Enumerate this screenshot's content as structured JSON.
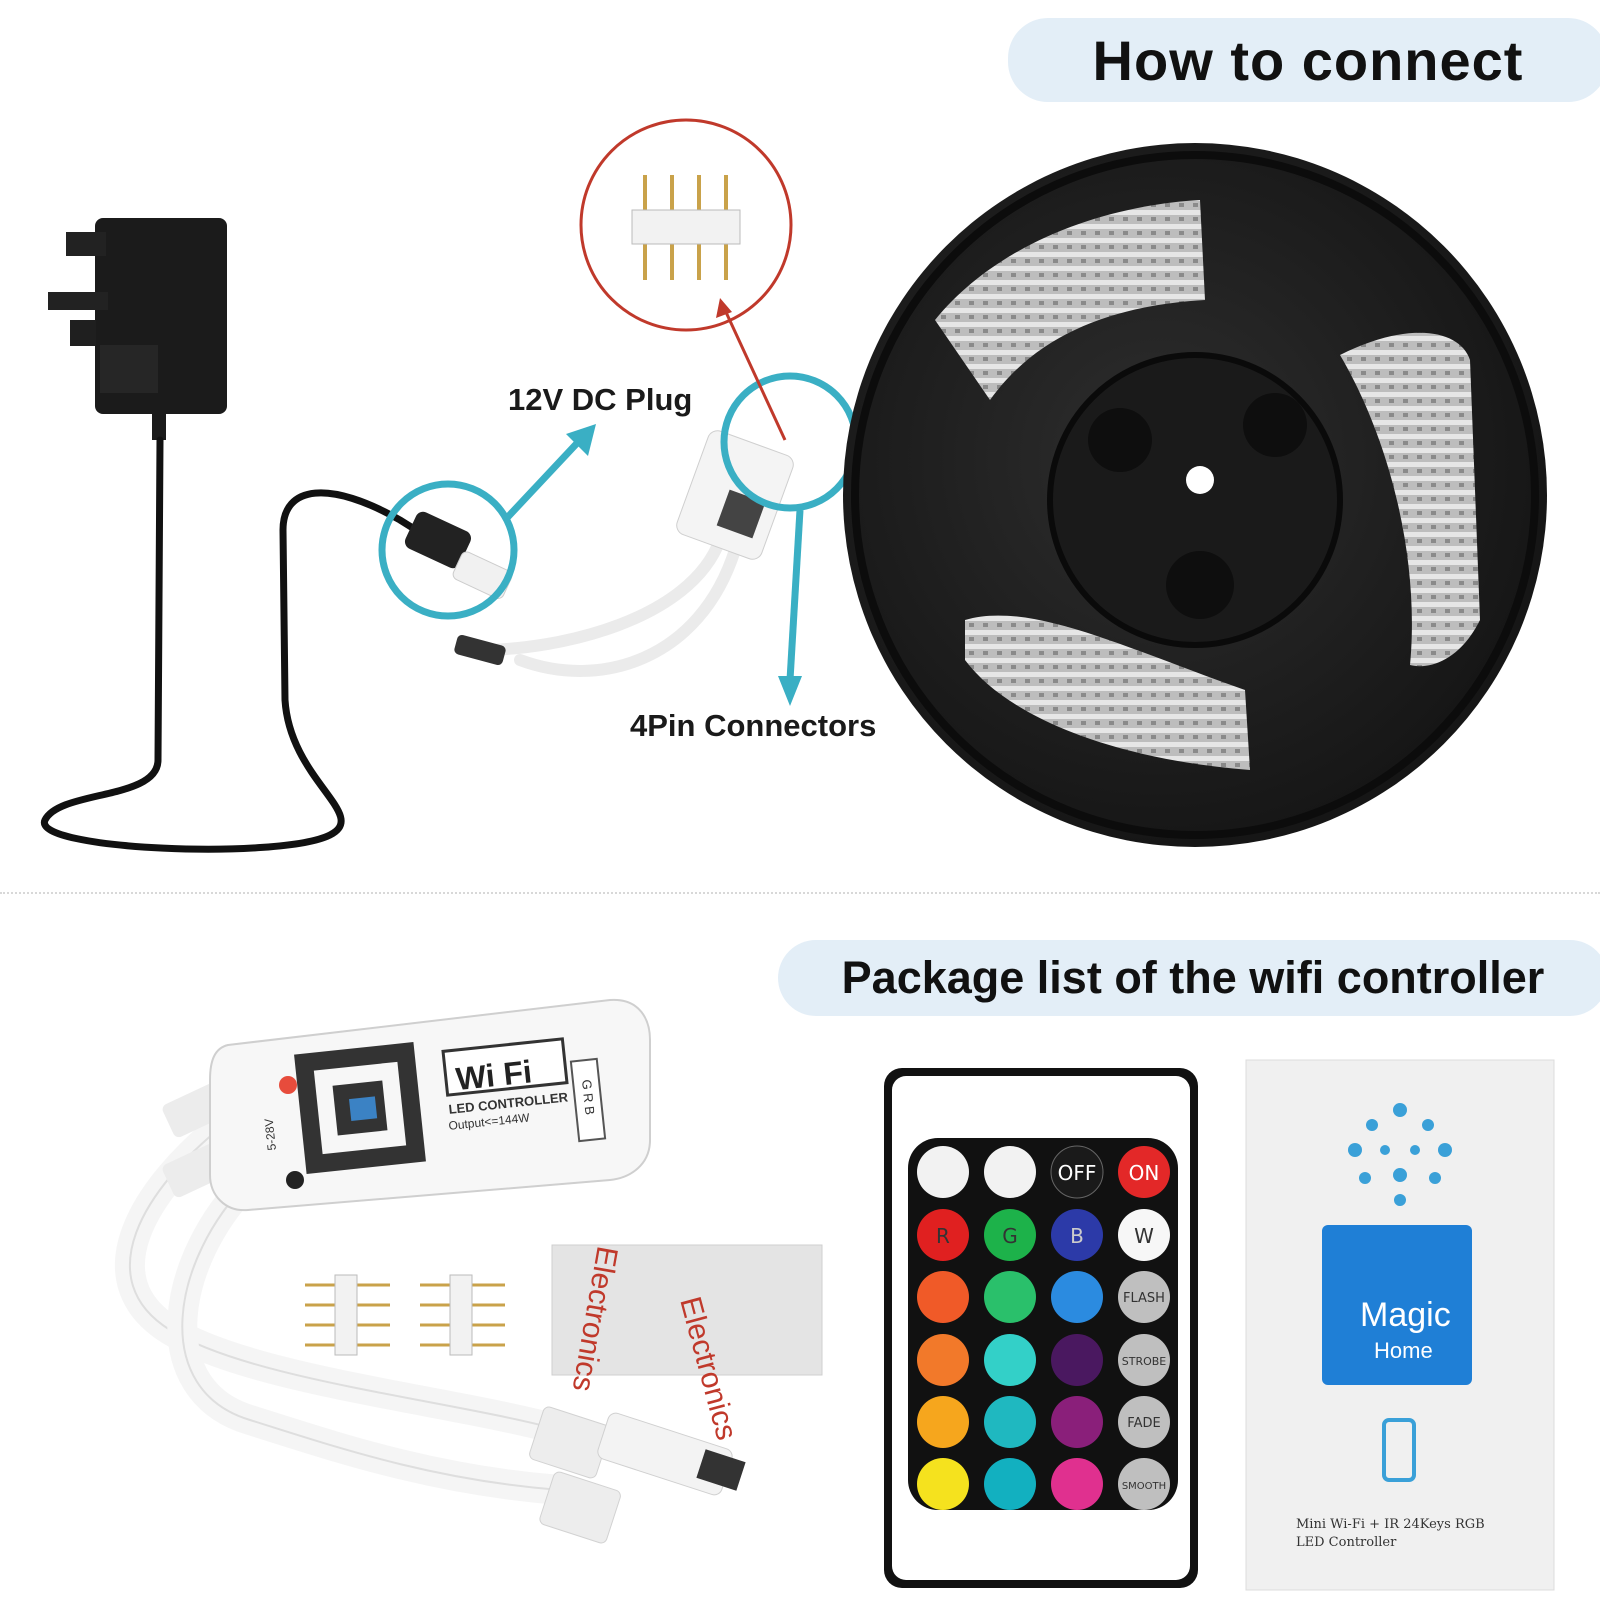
{
  "headings": {
    "how_to_connect": "How to connect",
    "package_list": "Package list of the wifi controller"
  },
  "callouts": {
    "dc_plug": "12V DC Plug",
    "pin_connectors": "4Pin Connectors"
  },
  "controller": {
    "wifi": "Wi Fi",
    "led_controller": "LED CONTROLLER",
    "output": "Output<=144W",
    "voltage": "5-28V",
    "grb": "G R B"
  },
  "remote": {
    "off": "OFF",
    "on": "ON",
    "r": "R",
    "g": "G",
    "b": "B",
    "w": "W",
    "flash": "FLASH",
    "strobe": "STROBE",
    "fade": "FADE",
    "smooth": "SMOOTH"
  },
  "manual": {
    "brand_line1": "Magic",
    "brand_line2": "Home",
    "caption": "Mini Wi-Fi + IR 24Keys RGB LED Controller"
  },
  "tape_text": "Electronics",
  "colors": {
    "pill_bg": "#e3eef7",
    "accent_teal": "#3aafc4",
    "highlight_red": "#c0392b",
    "magic_home_blue": "#1f7fd6"
  }
}
